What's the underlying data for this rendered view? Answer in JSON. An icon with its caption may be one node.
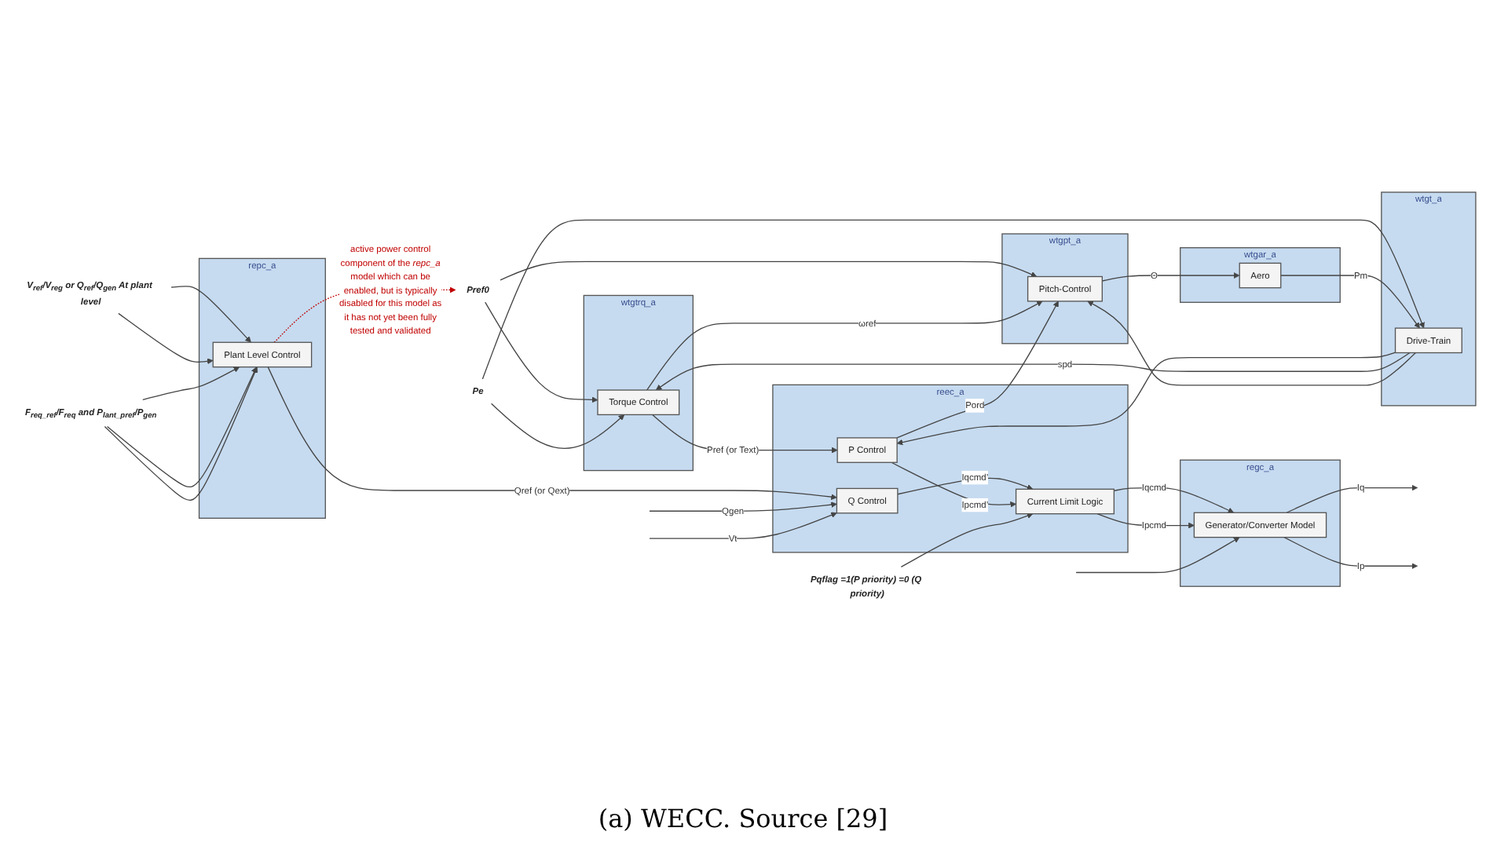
{
  "diagram": {
    "caption": "(a) WECC. Source [29]",
    "nodes": [
      {
        "text": [
          "repc_a"
        ]
      },
      {
        "text": [
          "Plant Level Control"
        ],
        "in": 0
      },
      {
        "text": [
          "reec_a"
        ]
      },
      {
        "text": [
          "Q Control"
        ],
        "in": 2
      },
      {
        "text": [
          "P Control"
        ],
        "in": 2
      },
      {
        "text": [
          "Current Limit Logic"
        ],
        "in": 2
      },
      {
        "text": [
          "regc_a"
        ]
      },
      {
        "text": [
          "Generator/Converter Model"
        ],
        "in": 6
      },
      {
        "text": [
          "wtgtrq_a"
        ]
      },
      {
        "text": [
          "Torque Control"
        ],
        "in": 8
      },
      {
        "text": [
          "wtgpt_a"
        ]
      },
      {
        "text": [
          "Pitch-Control"
        ],
        "in": 10
      },
      {
        "text": [
          "wtgar_a"
        ]
      },
      {
        "text": [
          "Aero"
        ],
        "in": 12
      },
      {
        "text": [
          "wtgt_a"
        ]
      },
      {
        "text": [
          "Drive-Train"
        ],
        "in": 14
      },
      {
        "text": [
          "V$_{ref}$/V$_{reg}$ or Q$_{ref}$/Q$_{gen}$ At plant level"
        ]
      },
      {
        "text": [
          "F$_{req_ref}$/F$_{req}$ and P$_{lant_pref}$/P$_{gen}$"
        ]
      },
      {
        "text": [
          "Pref0"
        ]
      },
      {
        "text": [
          "Pe"
        ]
      },
      {
        "text": [
          "Pqflag =1(P priority) =0 (Q priority)"
        ]
      }
    ],
    "edges": [
      {
        "from": 16,
        "to": 1,
        "arrow": "to"
      },
      {
        "from": 16,
        "to": 1,
        "arrow": "to"
      },
      {
        "from": 17,
        "to": 1,
        "arrow": "to"
      },
      {
        "from": 17,
        "to": 1,
        "arrow": "to"
      },
      {
        "from": 17,
        "to": 1,
        "arrow": "to"
      },
      {
        "from": 1,
        "to": 18,
        "arrow": "to",
        "style": "dashed",
        "color": "#c00000",
        "label": "active power control component of the *repc_a* model which can be enabled, but is typically disabled for this model as it has not yet been fully tested and validated"
      },
      {
        "from": 1,
        "to": 3,
        "arrow": "to",
        "label": "Qref (or Qext)"
      },
      {
        "from": null,
        "to": 3,
        "arrow": "to",
        "label": "Qgen"
      },
      {
        "from": 9,
        "to": 4,
        "arrow": "to",
        "label": "Pref (or Text)"
      },
      {
        "from": 3,
        "to": 5,
        "arrow": "to",
        "label": "Iqcmd’"
      },
      {
        "from": 4,
        "to": 5,
        "arrow": "to",
        "label": "Ipcmd’"
      },
      {
        "from": 5,
        "to": 7,
        "arrow": "to",
        "label": "Iqcmd"
      },
      {
        "from": 5,
        "to": 7,
        "arrow": "to",
        "label": "Ipcmd"
      },
      {
        "from": 7,
        "to": null,
        "arrow": "to",
        "label": "Iq"
      },
      {
        "from": 7,
        "to": null,
        "arrow": "to",
        "label": "Ip"
      },
      {
        "from": null,
        "to": 3,
        "arrow": "to",
        "label": "Vt"
      },
      {
        "from": null,
        "to": 7,
        "arrow": "to"
      },
      {
        "from": 20,
        "to": 5,
        "arrow": "to"
      },
      {
        "from": 18,
        "to": 9,
        "arrow": "to"
      },
      {
        "from": 18,
        "to": 11,
        "arrow": "to"
      },
      {
        "from": 19,
        "to": 9,
        "arrow": "to"
      },
      {
        "from": 19,
        "to": 15,
        "arrow": "to"
      },
      {
        "from": 9,
        "to": 11,
        "arrow": "to",
        "label": "ωref"
      },
      {
        "from": 15,
        "to": 4,
        "arrow": "to"
      },
      {
        "from": 15,
        "to": 9,
        "arrow": "to",
        "label": "spd"
      },
      {
        "from": 15,
        "to": 11,
        "arrow": "to"
      },
      {
        "from": 11,
        "to": 13,
        "arrow": "to",
        "label": "Θ"
      },
      {
        "from": 13,
        "to": 15,
        "arrow": "to",
        "label": "Pm"
      },
      {
        "from": 4,
        "to": 11,
        "arrow": "to",
        "label": "Pord"
      }
    ]
  }
}
